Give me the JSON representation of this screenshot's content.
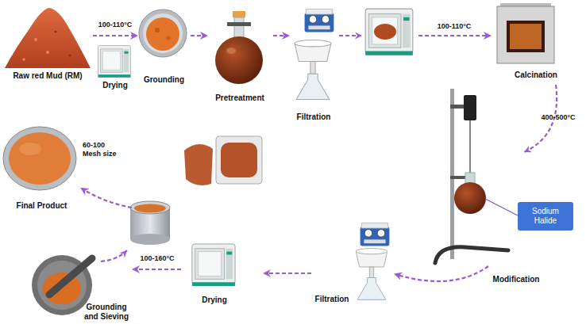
{
  "diagram": {
    "nodes": [
      {
        "text": [
          "Raw red Mud (RM)"
        ]
      },
      {
        "text": [
          "Drying"
        ]
      },
      {
        "text": [
          "Grounding"
        ]
      },
      {
        "text": [
          "Pretreatment"
        ]
      },
      {
        "text": [
          "Filtration"
        ]
      },
      {
        "text": [
          "Calcination"
        ]
      },
      {
        "text": [
          "Sodium Halide"
        ]
      },
      {
        "text": [
          "Filtration"
        ]
      },
      {
        "text": [
          "Drying"
        ]
      },
      {
        "text": [
          "Grounding and Sieving"
        ]
      },
      {
        "text": [
          "Final Product"
        ]
      }
    ],
    "edges": [
      {
        "from": 0,
        "to": 2,
        "arrow": "to",
        "label": "100-110°C"
      },
      {
        "from": 2,
        "to": 3,
        "arrow": "to"
      },
      {
        "from": 3,
        "to": 4,
        "arrow": "to"
      },
      {
        "from": 4,
        "to": 5,
        "arrow": "to",
        "label": "100-110°C"
      },
      {
        "from": 5,
        "to": 7,
        "arrow": "to",
        "label": "400-500°C"
      },
      {
        "from": 7,
        "to": 8,
        "arrow": "to"
      },
      {
        "from": 8,
        "to": 9,
        "arrow": "to",
        "label": "100-160°C"
      },
      {
        "from": 9,
        "to": 10,
        "arrow": "to",
        "label": "60-100 Mesh size"
      }
    ],
    "labels": [
      "Modification"
    ]
  }
}
